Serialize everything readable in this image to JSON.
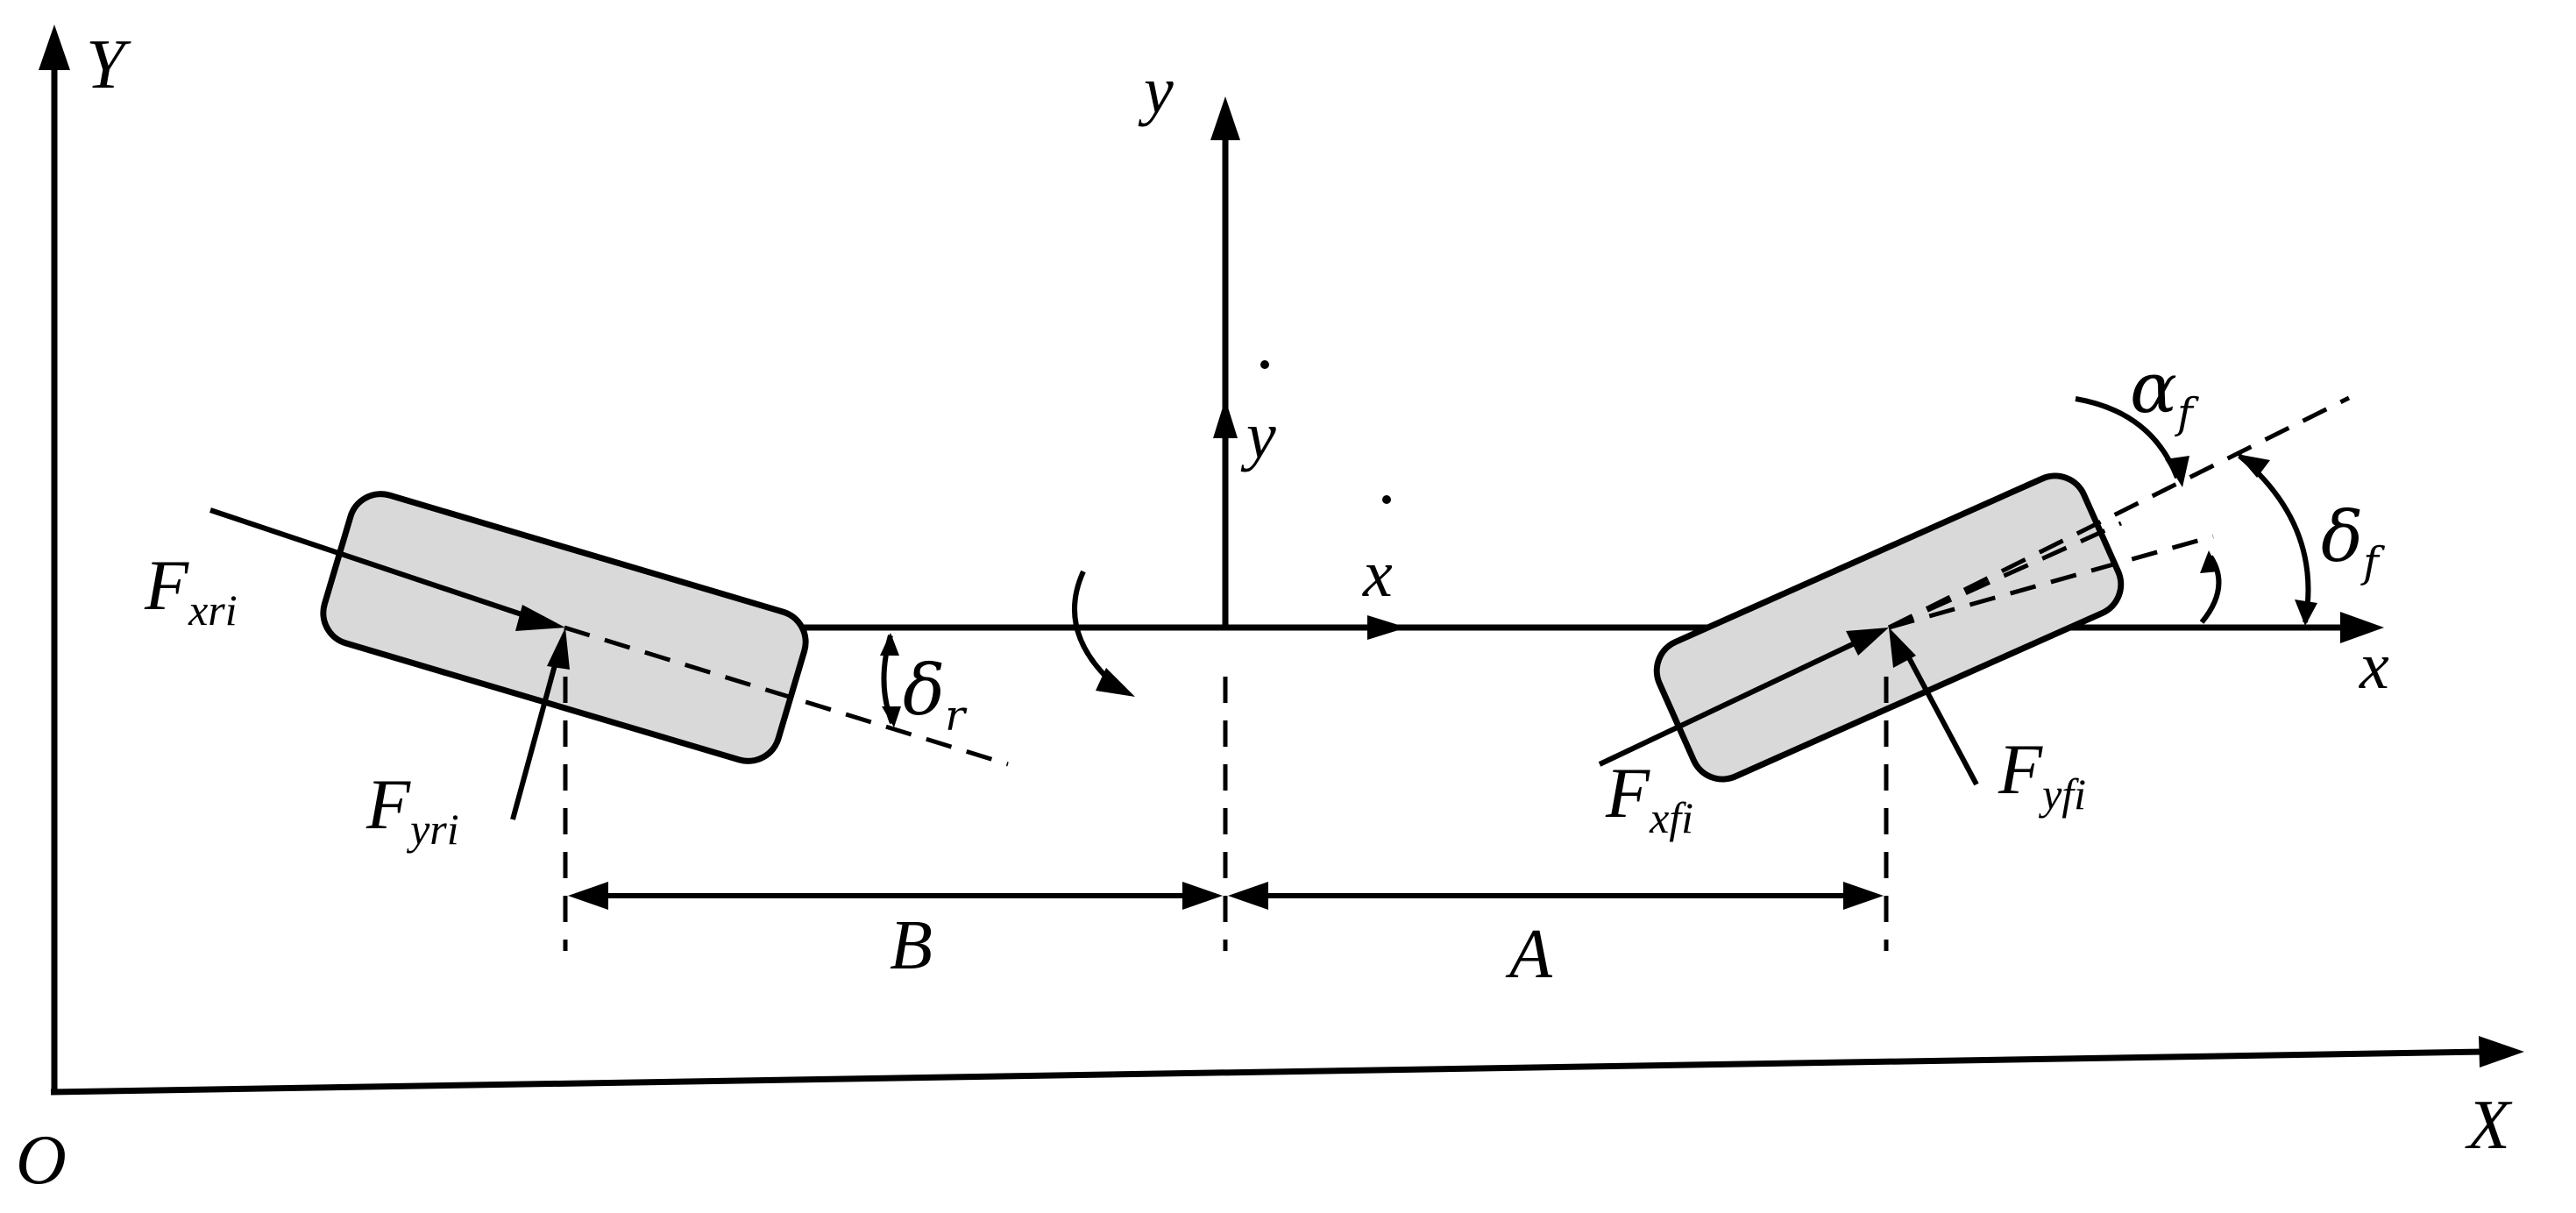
{
  "labels": {
    "global_y_axis": "Y",
    "global_x_axis": "X",
    "origin": "O",
    "local_y_axis": "y",
    "local_x_axis": "x",
    "y_velocity": "y",
    "x_velocity": "x",
    "rear_longitudinal_force": {
      "main": "F",
      "sub": "xri"
    },
    "rear_lateral_force": {
      "main": "F",
      "sub": "yri"
    },
    "front_longitudinal_force": {
      "main": "F",
      "sub": "xfi"
    },
    "front_lateral_force": {
      "main": "F",
      "sub": "yfi"
    },
    "rear_steer_angle": {
      "main": "δ",
      "sub": "r"
    },
    "front_steer_angle": {
      "main": "δ",
      "sub": "f"
    },
    "front_slip_angle": {
      "main": "α",
      "sub": "f"
    },
    "rear_distance": "B",
    "front_distance": "A"
  },
  "colors": {
    "ink": "#000000",
    "tire_fill": "#d9d9d9"
  }
}
